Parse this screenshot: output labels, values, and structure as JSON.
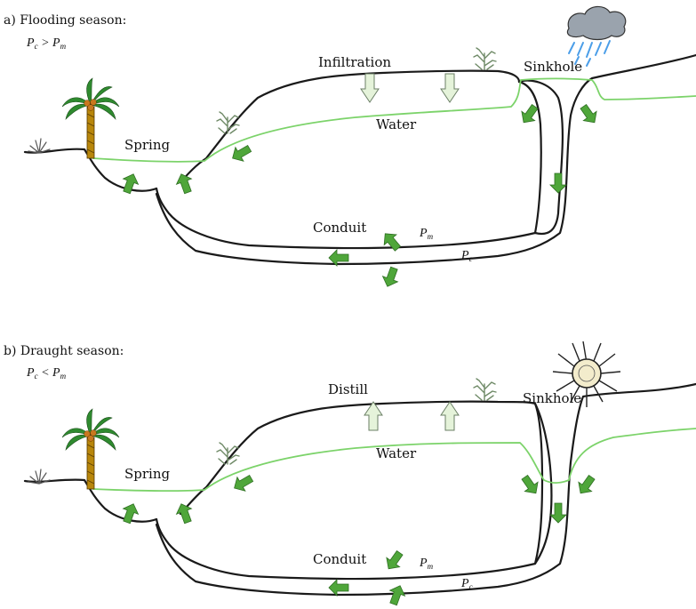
{
  "panels": [
    {
      "title": "a) Flooding season:",
      "condition": {
        "pc": "P",
        "pc_sub": "c",
        "op": ">",
        "pm": "P",
        "pm_sub": "m"
      },
      "labels": {
        "top_process": "Infiltration",
        "sinkhole": "Sinkhole",
        "water": "Water",
        "spring": "Spring",
        "conduit": "Conduit",
        "pm": "P",
        "pm_sub": "m",
        "pc": "P",
        "pc_sub": "c"
      },
      "weather_icon": "rain-cloud-icon",
      "process_arrow_direction": "down"
    },
    {
      "title": "b) Draught season:",
      "condition": {
        "pc": "P",
        "pc_sub": "c",
        "op": "<",
        "pm": "P",
        "pm_sub": "m"
      },
      "labels": {
        "top_process": "Distill",
        "sinkhole": "Sinkhole",
        "water": "Water",
        "spring": "Spring",
        "conduit": "Conduit",
        "pm": "P",
        "pm_sub": "m",
        "pc": "P",
        "pc_sub": "c"
      },
      "weather_icon": "sun-icon",
      "process_arrow_direction": "up"
    }
  ],
  "colors": {
    "flow_arrow": "#4fa63a",
    "water_table": "#7cd36a",
    "process_arrow": "#e5f3da",
    "rock_outline": "#1a1a1a"
  }
}
